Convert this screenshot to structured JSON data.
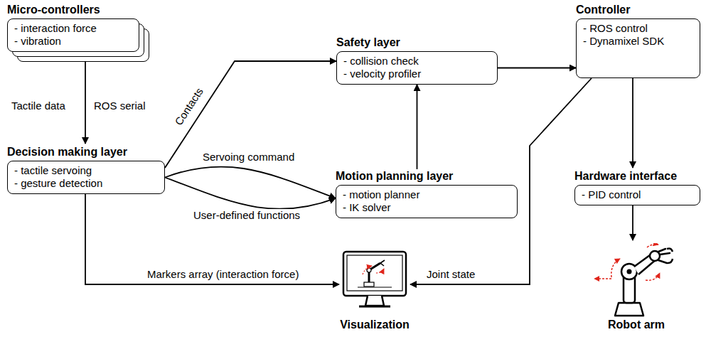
{
  "diagram": {
    "nodes": [
      {
        "text": [
          "Micro-controllers",
          "- interaction force",
          "- vibration"
        ]
      },
      {
        "text": [
          "Safety layer",
          "- collision check",
          "- velocity profiler"
        ]
      },
      {
        "text": [
          "Controller",
          "- ROS control",
          "- Dynamixel SDK"
        ]
      },
      {
        "text": [
          "Decision making layer",
          "- tactile servoing",
          "- gesture detection"
        ]
      },
      {
        "text": [
          "Motion planning layer",
          "- motion planner",
          "- IK solver"
        ]
      },
      {
        "text": [
          "Hardware interface",
          "- PID control"
        ]
      },
      {
        "text": [
          "Visualization"
        ]
      },
      {
        "text": [
          "Robot arm"
        ]
      }
    ],
    "edges": [
      {
        "from": 0,
        "to": 3,
        "arrow": "to",
        "label": "Tactile data"
      },
      {
        "from": 3,
        "to": 1,
        "arrow": "to",
        "label": "Contacts"
      },
      {
        "from": 3,
        "to": 4,
        "arrow": "to",
        "label": "Servoing command"
      },
      {
        "from": 3,
        "to": 4,
        "arrow": "to",
        "label": "User-defined functions"
      },
      {
        "from": 4,
        "to": 1,
        "arrow": "to"
      },
      {
        "from": 1,
        "to": 2,
        "arrow": "to"
      },
      {
        "from": 2,
        "to": 5,
        "arrow": "to"
      },
      {
        "from": 5,
        "to": 7,
        "arrow": "to"
      },
      {
        "from": 3,
        "to": 6,
        "arrow": "to",
        "label": "Markers array (interaction force)"
      },
      {
        "from": 2,
        "to": 6,
        "arrow": "to",
        "label": "Joint state"
      }
    ],
    "labels": [
      "ROS serial"
    ]
  }
}
